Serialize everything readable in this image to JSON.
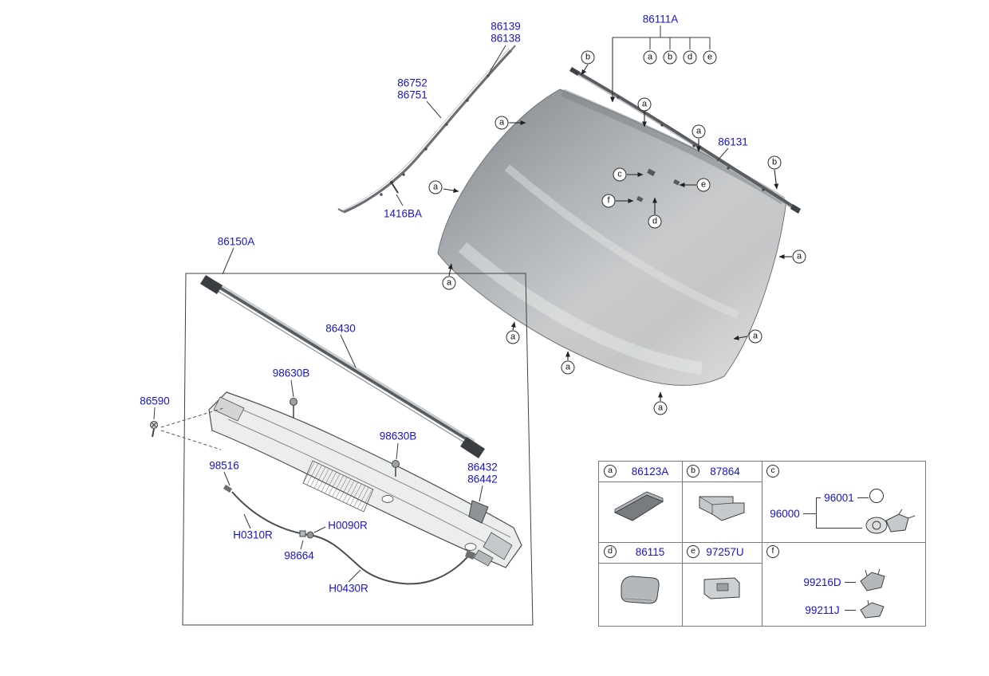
{
  "colors": {
    "label_blue": "#1414cf",
    "line_dark": "#3a3a3a",
    "glass_dark": "#8f9499",
    "glass_light": "#dadbdc",
    "table_border": "#7a7a7a"
  },
  "diagram": {
    "labels": {
      "l86139": "86139",
      "l86138": "86138",
      "l86752": "86752",
      "l86751": "86751",
      "l1416BA": "1416BA",
      "l86111A": "86111A",
      "l86131": "86131",
      "l86150A": "86150A",
      "l86430": "86430",
      "l98630B": "98630B",
      "l86590": "86590",
      "l98516": "98516",
      "l86432": "86432",
      "l86442": "86442",
      "lH0310R": "H0310R",
      "lH0090R": "H0090R",
      "l98664": "98664",
      "lH0430R": "H0430R"
    },
    "callouts": {
      "a": "a",
      "b": "b",
      "c": "c",
      "d": "d",
      "e": "e",
      "f": "f"
    }
  },
  "table": {
    "cell_a": {
      "letter": "a",
      "part": "86123A"
    },
    "cell_b": {
      "letter": "b",
      "part": "87864"
    },
    "cell_c": {
      "letter": "c",
      "part_group": "96000",
      "part_ring": "96001"
    },
    "cell_d": {
      "letter": "d",
      "part": "86115"
    },
    "cell_e": {
      "letter": "e",
      "part": "97257U"
    },
    "cell_f": {
      "letter": "f",
      "clip_top": "99216D",
      "clip_bottom": "99211J"
    }
  }
}
